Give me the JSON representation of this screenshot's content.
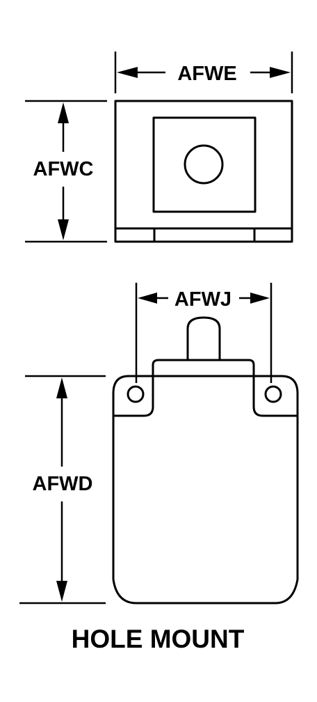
{
  "top_view": {
    "width_label": "AFWE",
    "height_label": "AFWC"
  },
  "front_view": {
    "hole_spacing_label": "AFWJ",
    "height_label": "AFWD"
  },
  "caption": "HOLE MOUNT"
}
